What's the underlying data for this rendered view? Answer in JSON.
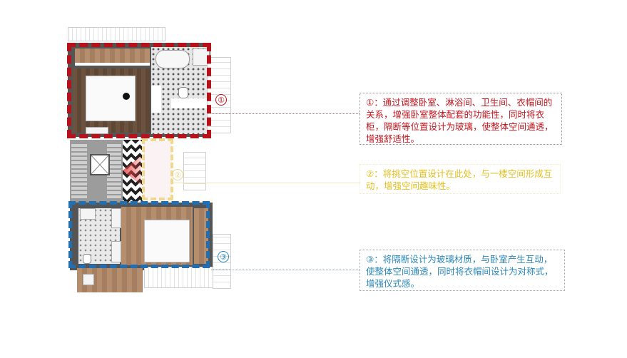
{
  "plan": {
    "markers": [
      {
        "id": "marker-1",
        "label": "①",
        "color": "#b5121b"
      },
      {
        "id": "marker-2",
        "label": "②",
        "color": "#e2bf1e"
      },
      {
        "id": "marker-3",
        "label": "③",
        "color": "#2a86b8"
      }
    ]
  },
  "notes": [
    {
      "id": "note-1",
      "text": "①：通过调整卧室、淋浴间、卫生间、衣帽间的关系，增强卧室整体配套的功能性，同时将衣柜，隔断等位置设计为玻璃，使整体空间通透，增强舒适性。",
      "color": "#c0141c"
    },
    {
      "id": "note-2",
      "text": "②：将挑空位置设计在此处，与一楼空间形成互动，增强空间趣味性。",
      "color": "#e2bf1e"
    },
    {
      "id": "note-3",
      "text": "③：将隔断设计为玻璃材质，与卧室产生互动，使整体空间通透，同时将衣帽间设计为对称式，增强仪式感。",
      "color": "#2a86b8"
    }
  ],
  "colors": {
    "frame_red": "#b5121b",
    "frame_yellow": "#eed98c",
    "frame_blue": "#1f6fb2"
  }
}
